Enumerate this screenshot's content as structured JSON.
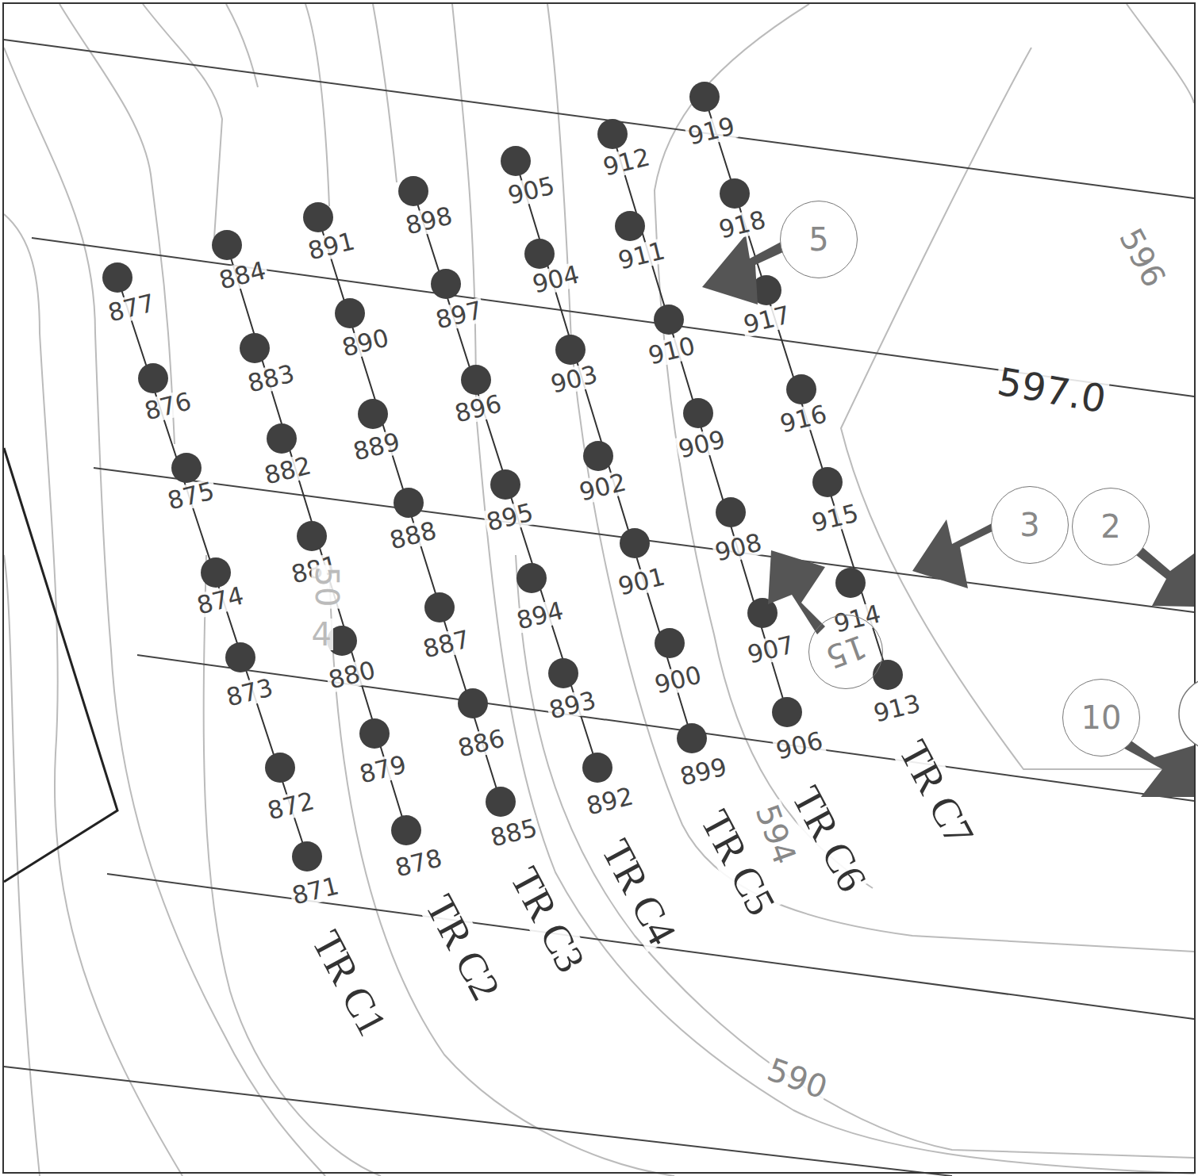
{
  "diagram": {
    "nodes": [
      {
        "text": [
          "5"
        ]
      },
      {
        "text": [
          "3"
        ]
      },
      {
        "text": [
          "2"
        ]
      },
      {
        "text": [
          "15"
        ]
      },
      {
        "text": [
          "10"
        ]
      }
    ],
    "labels": [
      "877",
      "876",
      "875",
      "874",
      "873",
      "872",
      "871",
      "884",
      "883",
      "882",
      "881",
      "880",
      "879",
      "878",
      "891",
      "890",
      "889",
      "888",
      "887",
      "886",
      "885",
      "898",
      "897",
      "896",
      "895",
      "894",
      "893",
      "892",
      "905",
      "904",
      "903",
      "902",
      "901",
      "900",
      "899",
      "912",
      "911",
      "910",
      "909",
      "908",
      "907",
      "906",
      "919",
      "918",
      "917",
      "916",
      "915",
      "914",
      "913",
      "TR C1",
      "TR C2",
      "TR C3",
      "TR C4",
      "TR C5",
      "TR C6",
      "TR C7",
      "596",
      "597.0",
      "590",
      "594",
      "50",
      "4"
    ]
  }
}
